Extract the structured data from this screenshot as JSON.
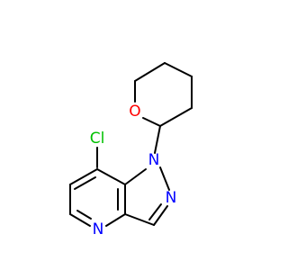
{
  "molecule": {
    "atoms": {
      "chlorine": {
        "symbol": "Cl",
        "color": "#00c000"
      },
      "oxygen": {
        "symbol": "O",
        "color": "#ff0000"
      },
      "n1": {
        "symbol": "N",
        "color": "#0000ff"
      },
      "n2": {
        "symbol": "N",
        "color": "#0000ff"
      },
      "n_pyridine": {
        "symbol": "N",
        "color": "#0000ff"
      }
    },
    "bond_color": "#000000"
  }
}
